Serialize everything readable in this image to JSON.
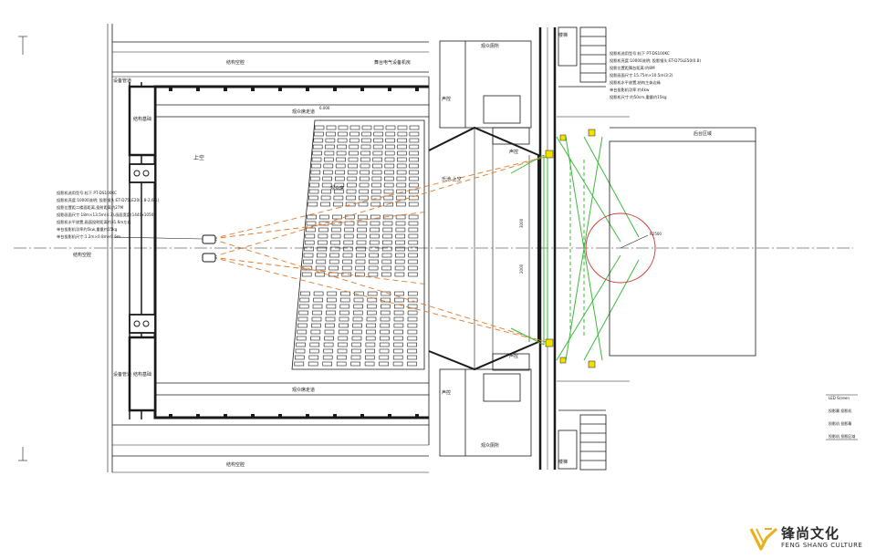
{
  "brand": {
    "name_cn": "锋尚文化",
    "name_en": "FENG SHANG CULTURE",
    "color": "#E8B21E"
  },
  "colors": {
    "line": "#1a1a1a",
    "projection": "#E07A2C",
    "mirror_green": "#3DBA3D",
    "screen_green": "#2FB32F",
    "circle_red": "#D23C3C",
    "yellow_fixture": "#F2E000"
  },
  "labels": {
    "structure_space_top": "结构空腔",
    "structure_space_bottom": "结构空腔",
    "structure_space_left": "结构空腔",
    "structure_base_top": "结构基础",
    "structure_base_bottom": "结构基础",
    "equipment_pipe_top": "设备管道",
    "equipment_pipe_bottom": "设备管道",
    "equipment_room": "舞台电气设备机房",
    "audience_aisle_top": "观众席走道",
    "audience_aisle_bottom": "观众席走道",
    "upper_void": "上空",
    "seating_area": "观众席",
    "stage_top": "乐池 上空",
    "projection_room_top": "观众厕所",
    "projection_room_bottom": "观众厕所",
    "sound_control_top": "声控",
    "sound_control_bottom": "声控",
    "staircase_top": "楼梯",
    "staircase_bottom": "楼梯",
    "backstage": "后台区域",
    "level_label": "6.000",
    "dim_1": "3000",
    "dim_2": "2000",
    "radius": "R2500"
  },
  "notes": {
    "left_block": [
      "投影机选用型号:松下 PT-DS100KC",
      "投影机亮度:10000流明; 投影镜头:ET-D75LE20(1.8-2.6:1)",
      "投影位置距二楼面距离,投射距离约27M",
      "投影画面尺寸:18m×13.5m(4:3),画面宽度(1440x1050)",
      "投影机水平放置,画面投射距离约31.6m左右",
      "单台投影机功率约5kw,重量约15kg",
      "单台投影机尺寸:1.2m×0.8m×0.5m"
    ],
    "right_block": [
      "投影机选用型号:松下 PT-DS100KC",
      "投影机亮度:10000流明; 投影镜头:ET-D75LE50(0.8)",
      "投影位置距舞台距离:约8M",
      "投影画面尺寸:15.75m×10.5m(3:2)",
      "投影机水平放置,结构主体边缘",
      "单台投影机功率:约4kw",
      "投影机尺寸:约50cm,重量约15kg"
    ],
    "legend_bottom_right": [
      "LED Screen",
      "投影幕 投影机",
      "投影机 投影幕",
      "投影机 投影区域"
    ]
  }
}
